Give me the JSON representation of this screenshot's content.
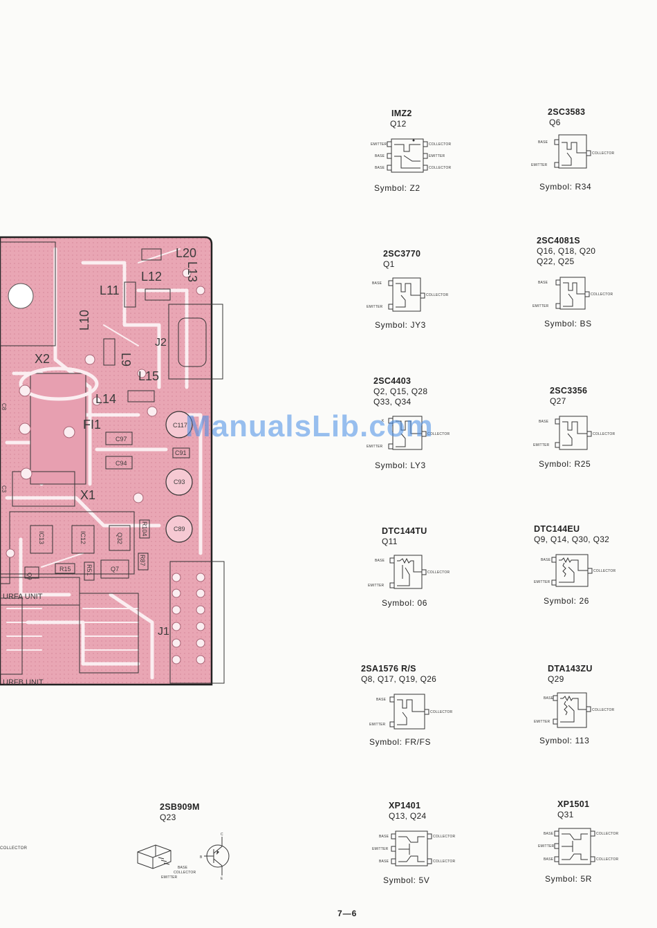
{
  "pcb": {
    "labels": [
      "L20",
      "L12",
      "L13",
      "L11",
      "L10",
      "L9",
      "J2",
      "L15",
      "X2",
      "L14",
      "FI1",
      "C97",
      "C117",
      "C94",
      "C91",
      "C93",
      "X1",
      "C89",
      "R104",
      "IC13",
      "IC12",
      "Q32",
      "R15",
      "R51",
      "Q7",
      "R87",
      "Q9",
      "URFA UNIT",
      "URFB UNIT",
      "J1",
      "C8",
      "C3"
    ]
  },
  "parts": [
    {
      "name": "IMZ2",
      "refs": [
        "Q12"
      ],
      "symbol": "Symbol:  Z2",
      "pins": [
        "EMITTER",
        "BASE",
        "BASE",
        "COLLECTOR",
        "EMITTER",
        "COLLECTOR"
      ]
    },
    {
      "name": "2SC3583",
      "refs": [
        "Q6"
      ],
      "symbol": "Symbol:  R34",
      "pins": [
        "BASE",
        "EMITTER",
        "COLLECTOR"
      ]
    },
    {
      "name": "2SC3770",
      "refs": [
        "Q1"
      ],
      "symbol": "Symbol:  JY3",
      "pins": [
        "BASE",
        "EMITTER",
        "COLLECTOR"
      ]
    },
    {
      "name": "2SC4081S",
      "refs": [
        "Q16, Q18, Q20",
        "Q22, Q25"
      ],
      "symbol": "Symbol:  BS",
      "pins": [
        "BASE",
        "EMITTER",
        "COLLECTOR"
      ]
    },
    {
      "name": "2SC4403",
      "refs": [
        "Q2, Q15, Q28",
        "Q33, Q34"
      ],
      "symbol": "Symbol:  LY3",
      "pins": [
        "K",
        "EMITTER",
        "COLLECTOR"
      ]
    },
    {
      "name": "2SC3356",
      "refs": [
        "Q27"
      ],
      "symbol": "Symbol:  R25",
      "pins": [
        "BASE",
        "EMITTER",
        "COLLECTOR"
      ]
    },
    {
      "name": "DTC144TU",
      "refs": [
        "Q11"
      ],
      "symbol": "Symbol:  06",
      "pins": [
        "BASE",
        "EMITTER",
        "COLLECTOR"
      ]
    },
    {
      "name": "DTC144EU",
      "refs": [
        "Q9, Q14, Q30, Q32"
      ],
      "symbol": "Symbol:  26",
      "pins": [
        "BASE",
        "EMITTER",
        "COLLECTOR"
      ]
    },
    {
      "name": "2SA1576 R/S",
      "refs": [
        "Q8, Q17, Q19, Q26"
      ],
      "symbol": "Symbol:  FR/FS",
      "pins": [
        "BASE",
        "EMITTER",
        "COLLECTOR"
      ]
    },
    {
      "name": "DTA143ZU",
      "refs": [
        "Q29"
      ],
      "symbol": "Symbol:  113",
      "pins": [
        "BASE",
        "EMITTER",
        "COLLECTOR"
      ]
    },
    {
      "name": "2SB909M",
      "refs": [
        "Q23"
      ],
      "symbol": "",
      "pins": [
        "BASE",
        "COLLECTOR",
        "EMITTER",
        "B",
        "C",
        "E"
      ]
    },
    {
      "name": "XP1401",
      "refs": [
        "Q13, Q24"
      ],
      "symbol": "Symbol:  5V",
      "pins": [
        "BASE",
        "EMITTER",
        "BASE",
        "COLLECTOR",
        "COLLECTOR"
      ]
    },
    {
      "name": "XP1501",
      "refs": [
        "Q31"
      ],
      "symbol": "Symbol:  5R",
      "pins": [
        "BASE",
        "EMITTER",
        "BASE",
        "COLLECTOR",
        "COLLECTOR"
      ]
    }
  ],
  "partial_text": "COLLECTOR",
  "watermark": "ManualsLib.com",
  "page_number": "7—6"
}
